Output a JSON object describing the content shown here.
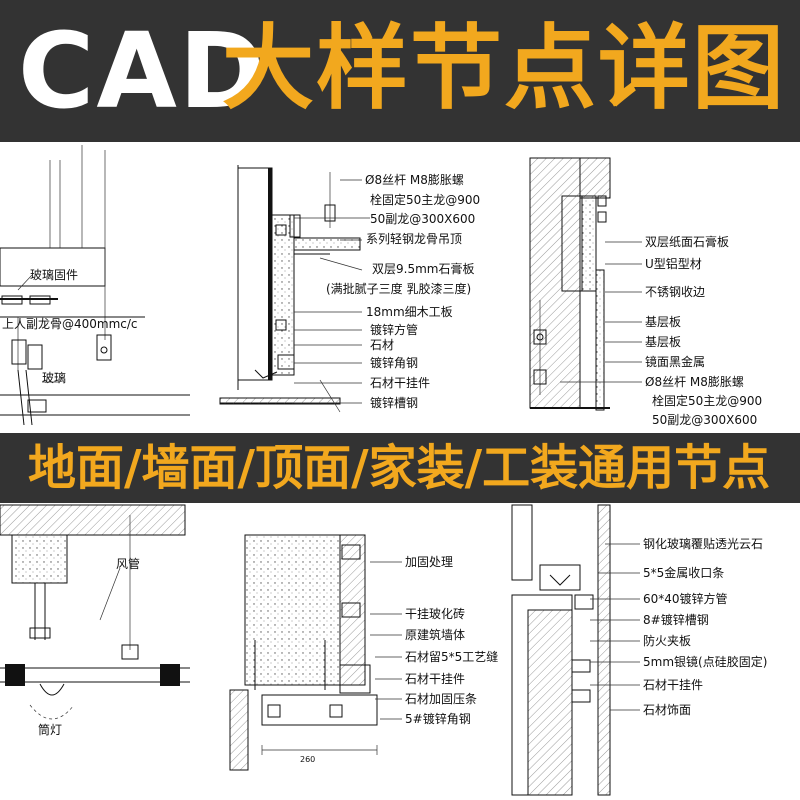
{
  "banner": {
    "title_cad": "CAD",
    "title_cn": "大样节点详图",
    "subtitle": "地面/墙面/顶面/家装/工装通用节点"
  },
  "colors": {
    "banner_bg": "#333333",
    "accent": "#f2a81e",
    "line": "#111111"
  },
  "panel1": {
    "labels": [
      "玻璃固件",
      "上人副龙骨@400mmc/c",
      "玻璃"
    ]
  },
  "panel2": {
    "labels": [
      "Ø8丝杆 M8膨胀螺",
      "栓固定50主龙@900",
      "50副龙@300X600",
      "系列轻钢龙骨吊顶",
      "双层9.5mm石膏板",
      "(满批腻子三度 乳胶漆三度)",
      "18mm细木工板",
      "镀锌方管",
      "石材",
      "镀锌角钢",
      "石材干挂件",
      "镀锌槽钢"
    ]
  },
  "panel3": {
    "labels": [
      "双层纸面石膏板",
      "U型铝型材",
      "不锈钢收边",
      "基层板",
      "基层板",
      "镜面黑金属",
      "Ø8丝杆 M8膨胀螺",
      "栓固定50主龙@900",
      "50副龙@300X600"
    ]
  },
  "panel4": {
    "labels": [
      "风管",
      "筒灯"
    ]
  },
  "panel5": {
    "labels": [
      "加固处理",
      "干挂玻化砖",
      "原建筑墙体",
      "石材留5*5工艺缝",
      "石材干挂件",
      "石材加固压条",
      "5#镀锌角钢",
      "260"
    ]
  },
  "panel6": {
    "labels": [
      "钢化玻璃覆贴透光云石",
      "5*5金属收口条",
      "60*40镀锌方管",
      "8#镀锌槽钢",
      "防火夹板",
      "5mm银镜(点硅胶固定)",
      "石材干挂件",
      "石材饰面"
    ]
  }
}
